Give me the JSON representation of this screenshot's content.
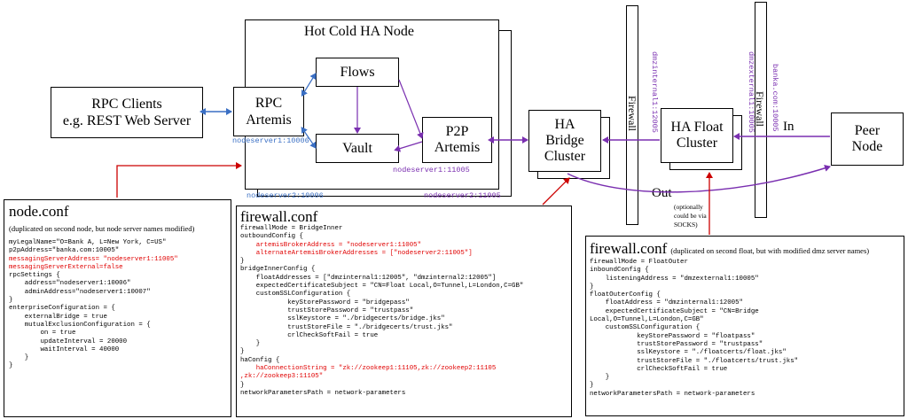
{
  "nodes": {
    "rpc_clients": [
      "RPC Clients",
      "e.g. REST Web Server"
    ],
    "ha_node_title": "Hot Cold HA Node",
    "flows": "Flows",
    "rpc_artemis": [
      "RPC",
      "Artemis"
    ],
    "vault": "Vault",
    "p2p_artemis": [
      "P2P",
      "Artemis"
    ],
    "ha_bridge": [
      "HA",
      "Bridge",
      "Cluster"
    ],
    "ha_float": [
      "HA Float",
      "Cluster"
    ],
    "peer_node": [
      "Peer",
      "Node"
    ],
    "firewall_1": "Firewall",
    "firewall_2": "Firewall"
  },
  "labels": {
    "nodeserver1_10006": "nodeserver1:10006",
    "nodeserver1_11005": "nodeserver1:11005",
    "nodeserver2_10006": "nodeserver2:10006",
    "nodeserver2_11005": "nodeserver2:11005",
    "dmzinternal": "dmzinternal1:12005",
    "dmzexternal": "dmzexternal1:10005",
    "banka": "banka.com:10005",
    "in": "In",
    "out": "Out",
    "out_note": [
      "(optionally",
      "could be via",
      "SOCKS)"
    ]
  },
  "node_conf": {
    "title": "node.conf",
    "subtitle": "(duplicated on second node, but node server names modified)",
    "lines": [
      {
        "t": "myLegalName=\"O=Bank A, L=New York, C=US\""
      },
      {
        "t": "p2pAddress=\"banka.com:10005\""
      },
      {
        "t": "messagingServerAddress= \"nodeserver1:11005\"",
        "red": true
      },
      {
        "t": "messagingServerExternal=false",
        "red": true
      },
      {
        "t": "rpcSettings {"
      },
      {
        "t": "    address=\"nodeserver1:10006\""
      },
      {
        "t": "    adminAddress=\"nodeserver1:10007\""
      },
      {
        "t": "}"
      },
      {
        "t": "enterpriseConfiguration = {"
      },
      {
        "t": "    externalBridge = true"
      },
      {
        "t": "    mutualExclusionConfiguration = {"
      },
      {
        "t": "        on = true"
      },
      {
        "t": "        updateInterval = 20000"
      },
      {
        "t": "        waitInterval = 40000"
      },
      {
        "t": "    }"
      },
      {
        "t": "}"
      }
    ]
  },
  "firewall_conf_bridge": {
    "title": "firewall.conf",
    "lines": [
      {
        "t": "firewallMode = BridgeInner"
      },
      {
        "t": "outboundConfig {"
      },
      {
        "t": "    artemisBrokerAddress = \"nodeserver1:11005\"",
        "red": true
      },
      {
        "t": "    alternateArtemisBrokerAddresses = [\"nodeserver2:11005\"]",
        "red": true
      },
      {
        "t": "}"
      },
      {
        "t": "bridgeInnerConfig {"
      },
      {
        "t": "    floatAddresses = [\"dmzinternal1:12005\", \"dmzinternal2:12005\"]"
      },
      {
        "t": "    expectedCertificateSubject = \"CN=Float Local,O=Tunnel,L=London,C=GB\""
      },
      {
        "t": "    customSSLConfiguration {"
      },
      {
        "t": "            keyStorePassword = \"bridgepass\""
      },
      {
        "t": "            trustStorePassword = \"trustpass\""
      },
      {
        "t": "            sslKeystore = \"./bridgecerts/bridge.jks\""
      },
      {
        "t": "            trustStoreFile = \"./bridgecerts/trust.jks\""
      },
      {
        "t": "            crlCheckSoftFail = true"
      },
      {
        "t": "    }"
      },
      {
        "t": "}"
      },
      {
        "t": "haConfig {"
      },
      {
        "t": "    haConnectionString = \"zk://zookeep1:11105,zk://zookeep2:11105",
        "red": true
      },
      {
        "t": ",zk://zookeep3:11105\"",
        "red": true
      },
      {
        "t": "}"
      },
      {
        "t": "networkParametersPath = network-parameters"
      }
    ]
  },
  "firewall_conf_float": {
    "title": "firewall.conf",
    "subtitle": "(duplicated on second float, but with modified dmz server names)",
    "lines": [
      {
        "t": "firewallMode = FloatOuter"
      },
      {
        "t": "inboundConfig {"
      },
      {
        "t": "    listeningAddress = \"dmzexternal1:10005\""
      },
      {
        "t": "}"
      },
      {
        "t": "floatOuterConfig {"
      },
      {
        "t": "    floatAddress = \"dmzinternal1:12005\""
      },
      {
        "t": "    expectedCertificateSubject = \"CN=Bridge"
      },
      {
        "t": "Local,O=Tunnel,L=London,C=GB\""
      },
      {
        "t": "    customSSLConfiguration {"
      },
      {
        "t": "            keyStorePassword = \"floatpass\""
      },
      {
        "t": "            trustStorePassword = \"trustpass\""
      },
      {
        "t": "            sslKeystore = \"./floatcerts/float.jks\""
      },
      {
        "t": "            trustStoreFile = \"./floatcerts/trust.jks\""
      },
      {
        "t": "            crlCheckSoftFail = true"
      },
      {
        "t": "    }"
      },
      {
        "t": "}"
      },
      {
        "t": "networkParametersPath = network-parameters"
      }
    ]
  },
  "colors": {
    "blue": "#3a6fc4",
    "purple": "#7a2fb0",
    "red": "#cc0000",
    "code_red": "#e00000"
  }
}
